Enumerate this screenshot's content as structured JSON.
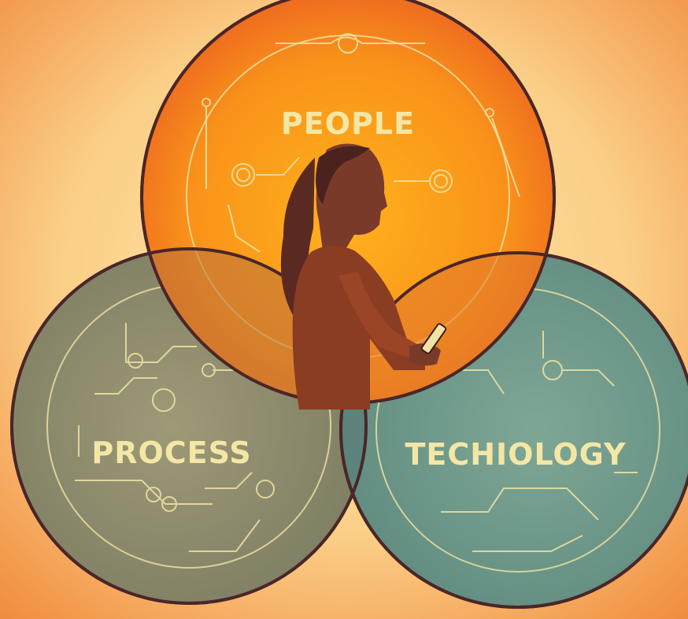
{
  "diagram": {
    "type": "venn",
    "circles": [
      {
        "label": "PEOPLE",
        "color": "#f26d1f",
        "inner_color": "#fba319"
      },
      {
        "label": "PROCESS",
        "color": "#8a8a6c",
        "inner_color": "#979676"
      },
      {
        "label": "TECHIOLOGY",
        "color": "#6a9688",
        "inner_color": "#789f92"
      }
    ],
    "label_color": "#f4e7a6",
    "line_color": "#f0e3a4",
    "outline_color": "#4a2628",
    "background_color": "#fdd992",
    "background_edge_color": "#f59a45"
  },
  "figure": {
    "description_icon": "woman-with-phone-icon"
  }
}
